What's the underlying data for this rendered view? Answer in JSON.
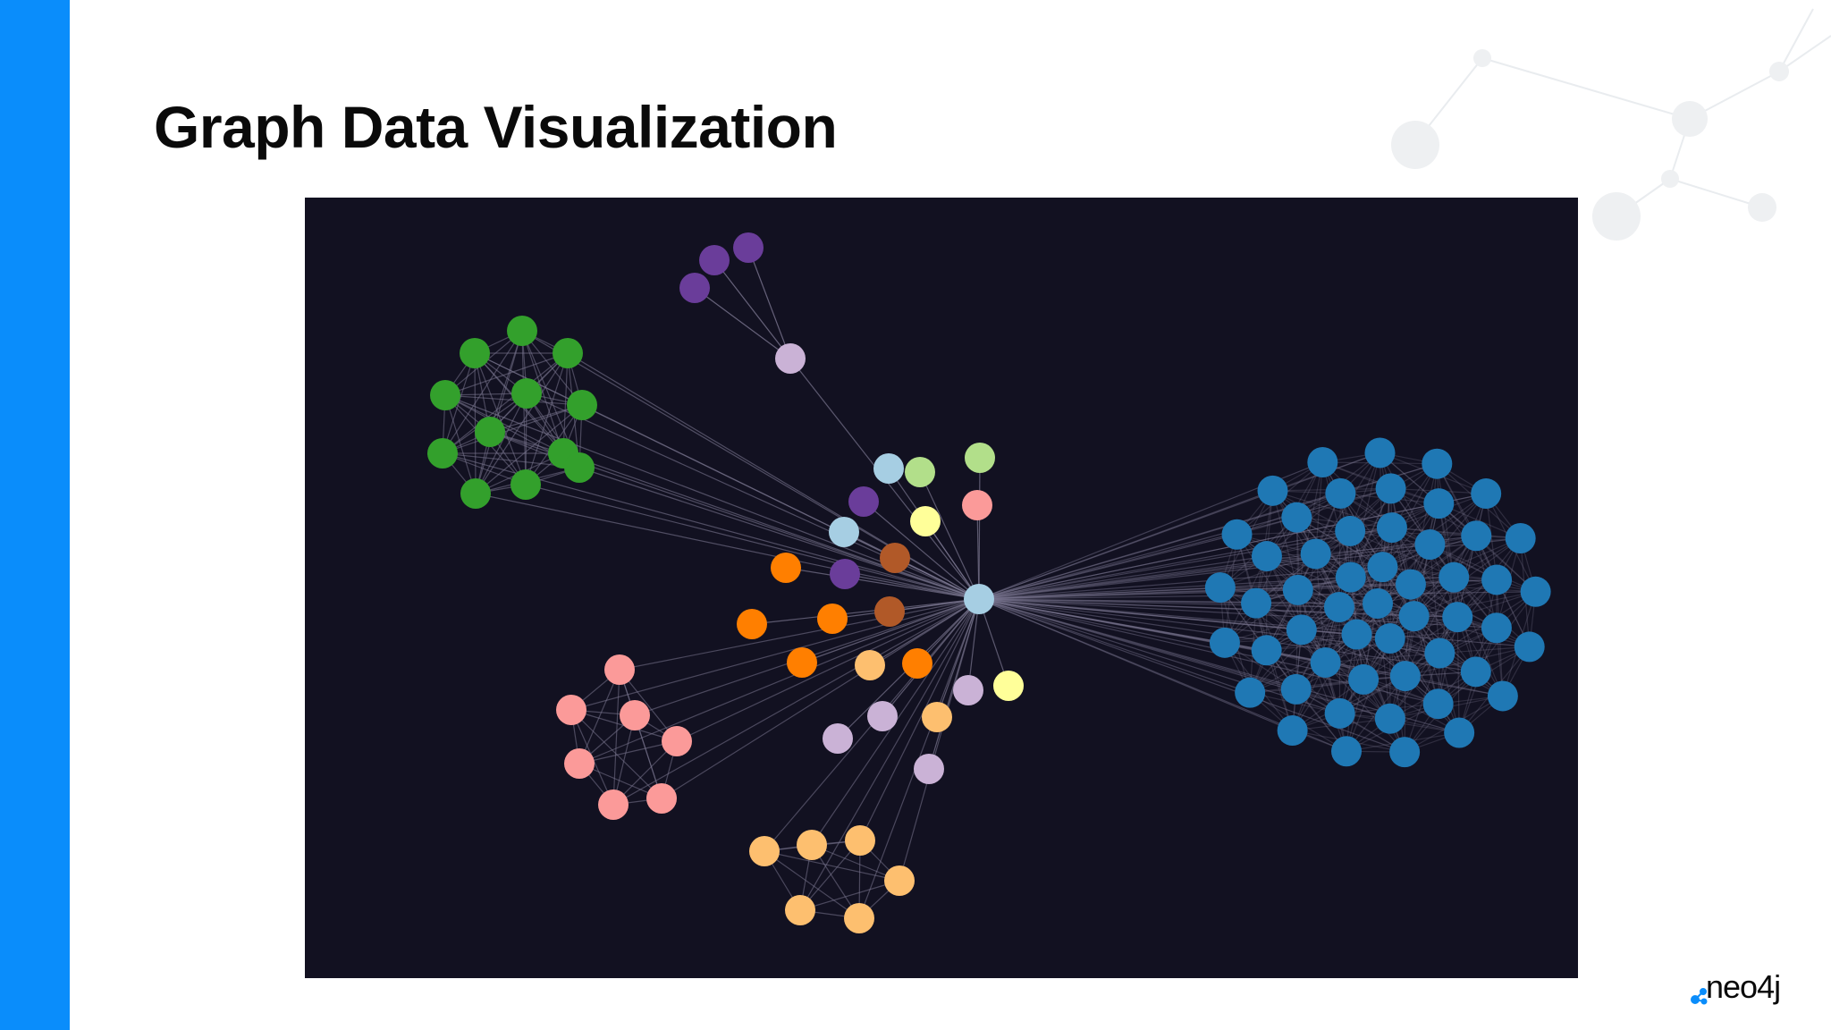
{
  "slide": {
    "title": "Graph Data Visualization",
    "accent_color": "#0a8dfb",
    "logo_text": "neo4j",
    "logo_color": "#0a8dfb"
  },
  "graph": {
    "background": "#121121",
    "edge_color": "#7a7690",
    "hub_color": "#a6cee3",
    "clusters": [
      {
        "name": "green",
        "color": "#33a02c",
        "nodes": 12
      },
      {
        "name": "purple",
        "color": "#6a3d9a",
        "nodes": 3
      },
      {
        "name": "pink",
        "color": "#fb9a99",
        "nodes": 7
      },
      {
        "name": "light-orange",
        "color": "#fdbf6f",
        "nodes": 6
      },
      {
        "name": "blue",
        "color": "#1f78b4",
        "nodes": 52
      }
    ],
    "palette": {
      "orange": "#ff7f00",
      "brown": "#b15928",
      "lavender": "#cab2d6",
      "light-green": "#b2df8a",
      "yellow": "#ffff99",
      "light-blue": "#a6cee3"
    }
  }
}
